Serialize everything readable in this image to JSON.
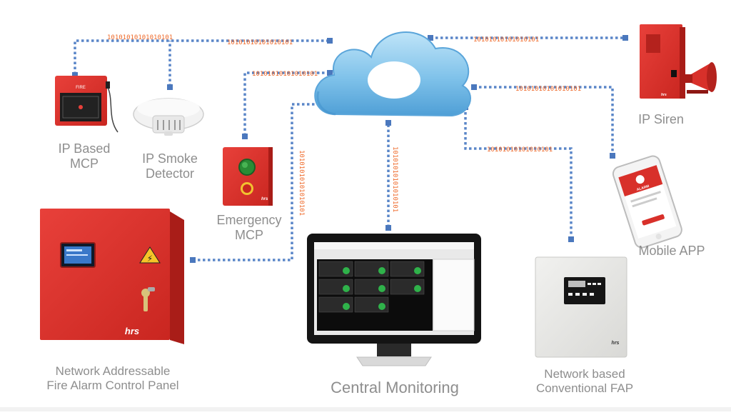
{
  "binary_stream": "10101010101010101",
  "colors": {
    "link": "#5a86c8",
    "binary": "#ef6a2a",
    "device_red": "#d8302a",
    "label_gray": "#8e8e8e",
    "cloud": "#7fc2ea"
  },
  "devices": {
    "ip_mcp": {
      "line1": "IP Based",
      "line2": "MCP",
      "icon": "manual-call-point-icon"
    },
    "ip_smoke": {
      "line1": "IP Smoke",
      "line2": "Detector",
      "icon": "smoke-detector-icon"
    },
    "emergency_mcp": {
      "line1": "Emergency",
      "line2": "MCP",
      "icon": "emergency-button-icon"
    },
    "control_panel": {
      "line1": "Network Addressable",
      "line2": "Fire Alarm Control Panel",
      "icon": "fire-alarm-panel-icon"
    },
    "central": {
      "line1": "Central Monitoring",
      "icon": "monitor-icon"
    },
    "conventional_fap": {
      "line1": "Network based",
      "line2": "Conventional FAP",
      "icon": "conventional-panel-icon"
    },
    "mobile": {
      "line1": "Mobile APP",
      "icon": "smartphone-icon"
    },
    "siren": {
      "line1": "IP Siren",
      "icon": "siren-icon"
    }
  },
  "panel_texts": {
    "mcp_face": "FIRE",
    "phone_alarm": "ALARM"
  }
}
